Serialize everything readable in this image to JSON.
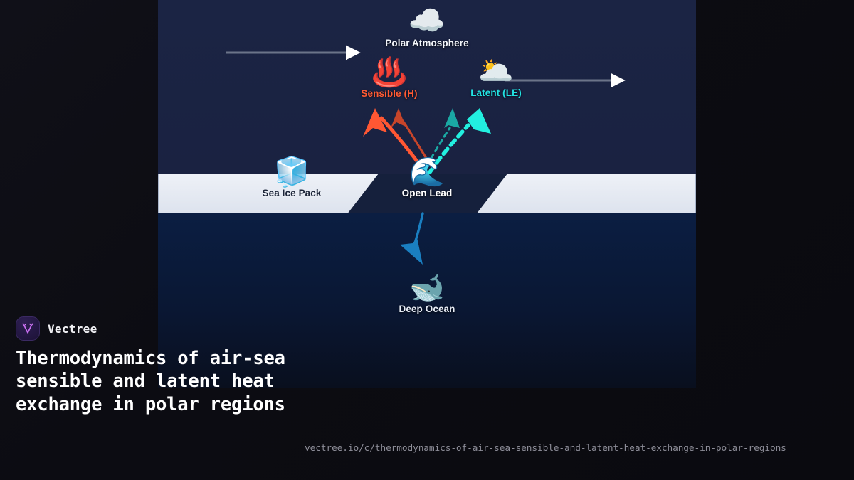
{
  "brand": {
    "name": "Vectree",
    "logo_icon": "vectree-v-logo-icon",
    "logo_accent": "#c76ef0"
  },
  "title": "Thermodynamics of air-sea sensible and latent heat exchange in polar regions",
  "url": "vectree.io/c/thermodynamics-of-air-sea-sensible-and-latent-heat-exchange-in-polar-regions",
  "diagram": {
    "background_sky": "#1a2342",
    "background_ocean": "#0b1e42",
    "ice_color": "#e5eaf3",
    "nodes": [
      {
        "id": "atmosphere",
        "label": "Polar Atmosphere",
        "icon": "cloud-icon",
        "glyph": "☁️",
        "color": "#f2f5fa"
      },
      {
        "id": "sensible",
        "label": "Sensible (H)",
        "icon": "hot-springs-heat-icon",
        "glyph": "♨️",
        "color": "#ff5a33"
      },
      {
        "id": "latent",
        "label": "Latent (LE)",
        "icon": "cloud-square-icon",
        "glyph": "🌥️",
        "color": "#22e3e3"
      },
      {
        "id": "seaice",
        "label": "Sea Ice Pack",
        "icon": "ice-cube-icon",
        "glyph": "🧊",
        "color": "#1b2438"
      },
      {
        "id": "openlead",
        "label": "Open Lead",
        "icon": "ocean-wave-icon",
        "glyph": "🌊",
        "color": "#ffffff"
      },
      {
        "id": "deepocean",
        "label": "Deep Ocean",
        "icon": "whale-icon",
        "glyph": "🐋",
        "color": "#e8edf6"
      }
    ],
    "flows": [
      {
        "id": "advection-in",
        "style": "solid-line-arrow",
        "color": "#6b7governor"
      },
      {
        "id": "sensible-flux-main",
        "style": "curved-solid-arrow",
        "color": "#ff5733"
      },
      {
        "id": "sensible-flux-alt",
        "style": "curved-thin-arrow",
        "color": "#c7452a"
      },
      {
        "id": "latent-flux-main",
        "style": "curved-dashed-arrow",
        "color": "#22f0e0"
      },
      {
        "id": "latent-flux-alt",
        "style": "curved-dashed-thin",
        "color": "#1aa9a4"
      },
      {
        "id": "advection-out",
        "style": "solid-line-arrow",
        "color": "#6b7489"
      },
      {
        "id": "ocean-downwelling",
        "style": "curved-arrow-down",
        "color": "#1a7fc1"
      }
    ],
    "flow_colors": {
      "sensible": "#ff5733",
      "sensible_alt": "#c7452a",
      "latent": "#22f0e0",
      "latent_alt": "#1aa9a4",
      "advection": "#6b7489",
      "downwelling": "#1a7fc1"
    }
  }
}
